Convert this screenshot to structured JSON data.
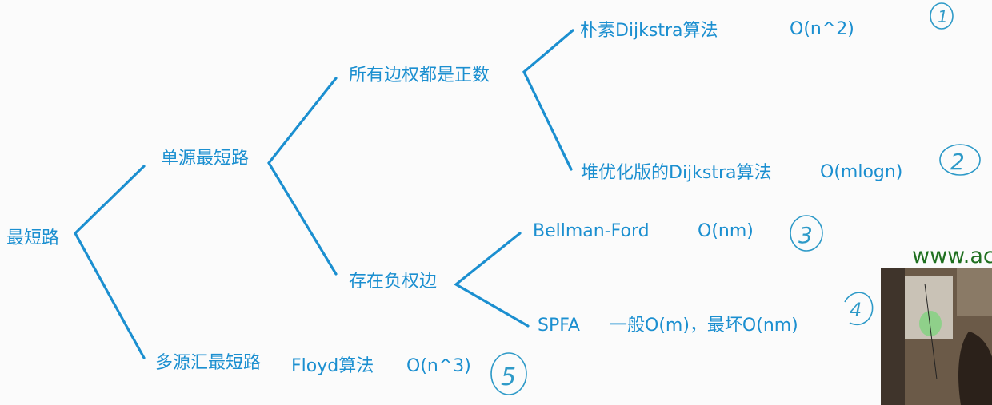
{
  "root": "最短路",
  "single_source": "单源最短路",
  "all_positive": "所有边权都是正数",
  "has_negative": "存在负权边",
  "multi_source": "多源汇最短路",
  "leaves": {
    "naive_dijkstra": {
      "name": "朴素Dijkstra算法",
      "complexity": "O(n^2)",
      "mark": "1"
    },
    "heap_dijkstra": {
      "name": "堆优化版的Dijkstra算法",
      "complexity": "O(mlogn)",
      "mark": "2"
    },
    "bellman_ford": {
      "name": "Bellman-Ford",
      "complexity": "O(nm)",
      "mark": "3"
    },
    "spfa": {
      "name": "SPFA",
      "complexity": "一般O(m)，最坏O(nm)",
      "mark": "4"
    },
    "floyd": {
      "name": "Floyd算法",
      "complexity": "O(n^3)",
      "mark": "5"
    }
  },
  "site": "www.ac",
  "colors": {
    "branch": "#1b8fd0",
    "text": "#1b8fd0",
    "handwriting": "#2e9ac8",
    "site": "#1f6f1f"
  }
}
